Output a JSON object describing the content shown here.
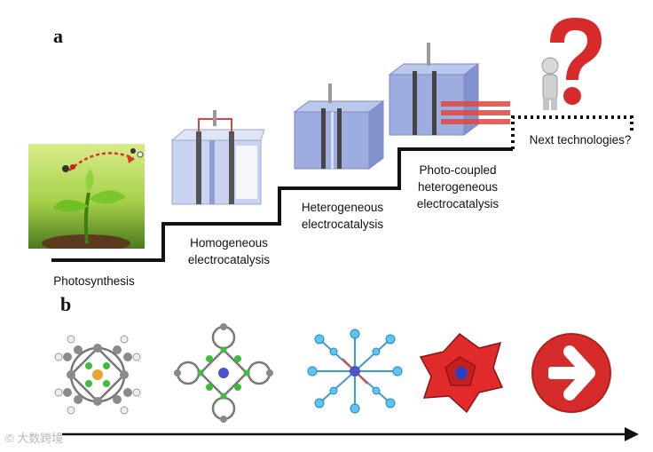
{
  "panel_a": {
    "label": "a",
    "stages": [
      {
        "lines": [
          "Photosynthesis"
        ]
      },
      {
        "lines": [
          "Homogeneous",
          "electrocatalysis"
        ]
      },
      {
        "lines": [
          "Heterogeneous",
          "electrocatalysis"
        ]
      },
      {
        "lines": [
          "Photo-coupled",
          "heterogeneous",
          "electrocatalysis"
        ]
      }
    ],
    "next": "Next technologies?"
  },
  "panel_b": {
    "label": "b",
    "molecules": [
      "porphyrin-molecule",
      "phthalocyanine-molecule",
      "metal-complex-molecule",
      "polyoxometalate-cluster",
      "next-arrow-icon"
    ]
  },
  "watermark": "© 大数跨境",
  "colors": {
    "step": "#111111",
    "arrow_red": "#d62b2b",
    "cell_blue": "#8f9fd3",
    "wire_red": "#d64545"
  }
}
